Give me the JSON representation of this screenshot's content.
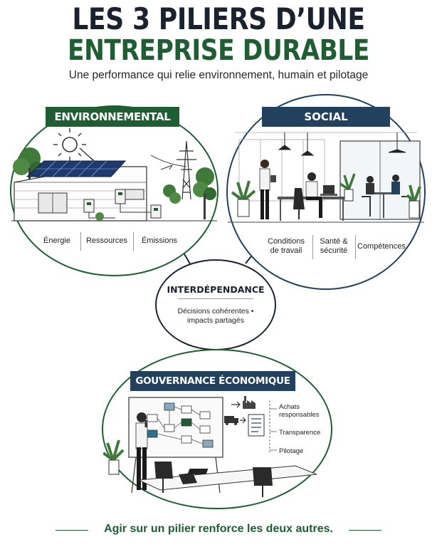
{
  "header": {
    "title_line1": "LES 3 PILIERS D’UNE",
    "title_line2": "ENTREPRISE DURABLE",
    "subtitle": "Une performance qui relie environnement, humain et pilotage"
  },
  "environnemental": {
    "title": "ENVIRONNEMENTAL",
    "items": [
      "Énergie",
      "Ressources",
      "Émissions"
    ]
  },
  "social": {
    "title": "SOCIAL",
    "items": [
      "Conditions de travail",
      "Santé & sécurité",
      "Compétences"
    ]
  },
  "interdependance": {
    "title": "INTERDÉPENDANCE",
    "text_line1": "Décisions cohérentes •",
    "text_line2": "impacts partagés"
  },
  "gouvernance": {
    "title": "GOUVERNANCE ÉCONOMIQUE",
    "items": [
      "Achats responsables",
      "Transparence",
      "Pilotage"
    ]
  },
  "footer": {
    "tagline": "Agir sur un pilier renforce les deux autres."
  },
  "colors": {
    "green": "#1f5e33",
    "navy": "#22415e",
    "dark": "#1a2230"
  },
  "icons": [
    "sun-icon",
    "solar-panel-icon",
    "pylon-icon",
    "tree-icon",
    "lamp-icon",
    "plant-icon",
    "person-icon",
    "laptop-icon",
    "flowchart-icon",
    "truck-icon",
    "factory-icon",
    "checklist-icon"
  ]
}
